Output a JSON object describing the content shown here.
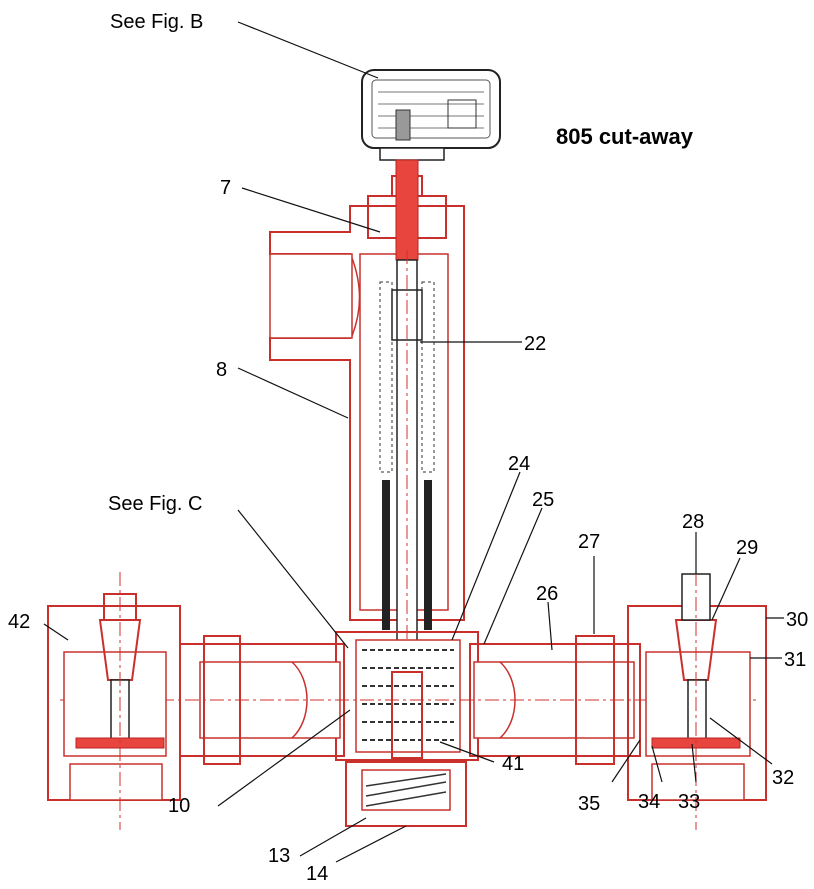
{
  "title": "805 cut-away",
  "callouts": {
    "fig_b": "See Fig. B",
    "fig_c": "See Fig. C",
    "n7": "7",
    "n8": "8",
    "n10": "10",
    "n13": "13",
    "n14": "14",
    "n22": "22",
    "n24": "24",
    "n25": "25",
    "n26": "26",
    "n27": "27",
    "n28": "28",
    "n29": "29",
    "n30": "30",
    "n31": "31",
    "n32": "32",
    "n33": "33",
    "n34": "34",
    "n35": "35",
    "n41": "41",
    "n42": "42"
  },
  "colors": {
    "section_red": "#c9302c",
    "hatch_red": "#e05a55",
    "leader_black": "#111111"
  }
}
